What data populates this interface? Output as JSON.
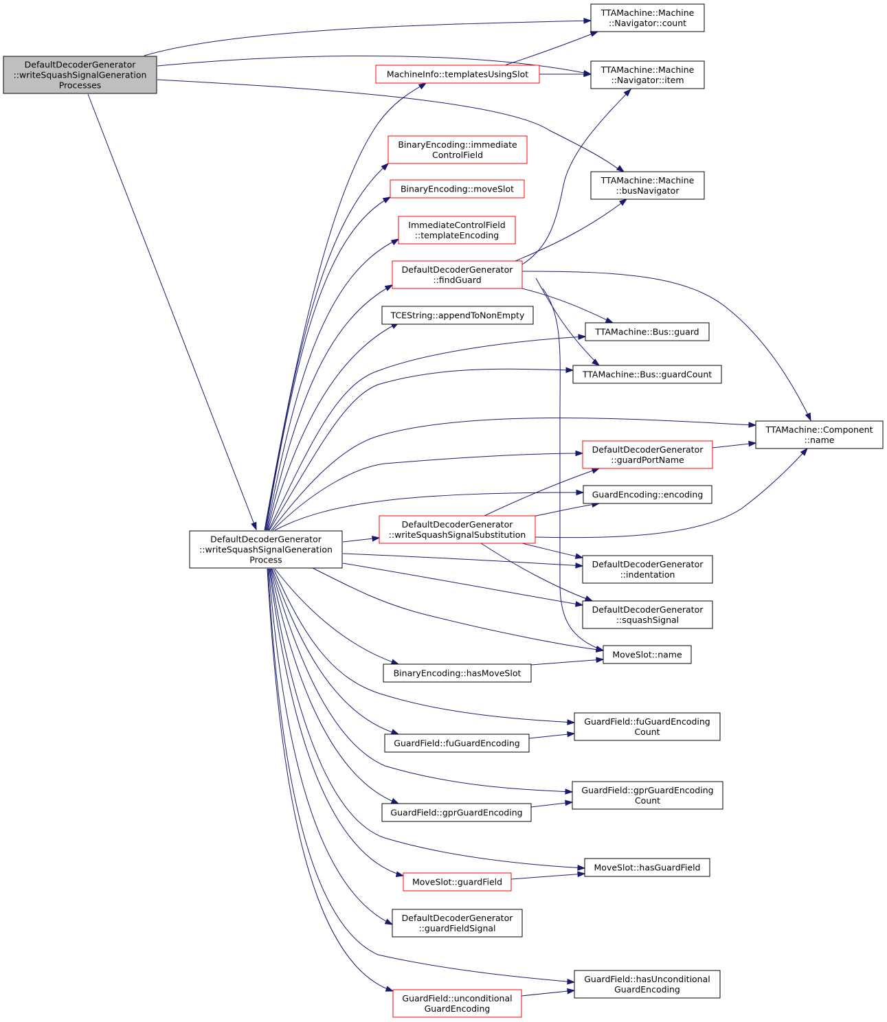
{
  "graph": {
    "colors": {
      "edge": "#191970",
      "focus_fill": "#bfbfbf",
      "focus_stroke": "#000000",
      "node_fill": "#ffffff",
      "plain_stroke": "#000000",
      "truncated_stroke": "#ff0000"
    },
    "nodes": [
      {
        "id": "root",
        "lines": [
          "DefaultDecoderGenerator",
          "::writeSquashSignalGeneration",
          "Processes"
        ],
        "style": "focus"
      },
      {
        "id": "proc",
        "lines": [
          "DefaultDecoderGenerator",
          "::writeSquashSignalGeneration",
          "Process"
        ],
        "style": "plain"
      },
      {
        "id": "nav_count",
        "lines": [
          "TTAMachine::Machine",
          "::Navigator::count"
        ],
        "style": "plain"
      },
      {
        "id": "nav_item",
        "lines": [
          "TTAMachine::Machine",
          "::Navigator::item"
        ],
        "style": "plain"
      },
      {
        "id": "templates",
        "lines": [
          "MachineInfo::templatesUsingSlot"
        ],
        "style": "truncated"
      },
      {
        "id": "immctl",
        "lines": [
          "BinaryEncoding::immediate",
          "ControlField"
        ],
        "style": "truncated"
      },
      {
        "id": "moveslot_be",
        "lines": [
          "BinaryEncoding::moveSlot"
        ],
        "style": "truncated"
      },
      {
        "id": "bus_nav",
        "lines": [
          "TTAMachine::Machine",
          "::busNavigator"
        ],
        "style": "plain"
      },
      {
        "id": "tmpl_enc",
        "lines": [
          "ImmediateControlField",
          "::templateEncoding"
        ],
        "style": "truncated"
      },
      {
        "id": "find_guard",
        "lines": [
          "DefaultDecoderGenerator",
          "::findGuard"
        ],
        "style": "truncated"
      },
      {
        "id": "append",
        "lines": [
          "TCEString::appendToNonEmpty"
        ],
        "style": "plain"
      },
      {
        "id": "bus_guard",
        "lines": [
          "TTAMachine::Bus::guard"
        ],
        "style": "plain"
      },
      {
        "id": "bus_gcount",
        "lines": [
          "TTAMachine::Bus::guardCount"
        ],
        "style": "plain"
      },
      {
        "id": "comp_name",
        "lines": [
          "TTAMachine::Component",
          "::name"
        ],
        "style": "plain"
      },
      {
        "id": "guard_port",
        "lines": [
          "DefaultDecoderGenerator",
          "::guardPortName"
        ],
        "style": "truncated"
      },
      {
        "id": "ge_enc",
        "lines": [
          "GuardEncoding::encoding"
        ],
        "style": "plain"
      },
      {
        "id": "substitution",
        "lines": [
          "DefaultDecoderGenerator",
          "::writeSquashSignalSubstitution"
        ],
        "style": "truncated"
      },
      {
        "id": "indent",
        "lines": [
          "DefaultDecoderGenerator",
          "::indentation"
        ],
        "style": "plain"
      },
      {
        "id": "squash",
        "lines": [
          "DefaultDecoderGenerator",
          "::squashSignal"
        ],
        "style": "plain"
      },
      {
        "id": "ms_name",
        "lines": [
          "MoveSlot::name"
        ],
        "style": "plain"
      },
      {
        "id": "has_ms",
        "lines": [
          "BinaryEncoding::hasMoveSlot"
        ],
        "style": "plain"
      },
      {
        "id": "fu_count",
        "lines": [
          "GuardField::fuGuardEncoding",
          "Count"
        ],
        "style": "plain"
      },
      {
        "id": "fu_enc",
        "lines": [
          "GuardField::fuGuardEncoding"
        ],
        "style": "plain"
      },
      {
        "id": "gpr_count",
        "lines": [
          "GuardField::gprGuardEncoding",
          "Count"
        ],
        "style": "plain"
      },
      {
        "id": "gpr_enc",
        "lines": [
          "GuardField::gprGuardEncoding"
        ],
        "style": "plain"
      },
      {
        "id": "has_gf",
        "lines": [
          "MoveSlot::hasGuardField"
        ],
        "style": "plain"
      },
      {
        "id": "ms_gf",
        "lines": [
          "MoveSlot::guardField"
        ],
        "style": "truncated"
      },
      {
        "id": "gf_signal",
        "lines": [
          "DefaultDecoderGenerator",
          "::guardFieldSignal"
        ],
        "style": "plain"
      },
      {
        "id": "has_uncond",
        "lines": [
          "GuardField::hasUnconditional",
          "GuardEncoding"
        ],
        "style": "plain"
      },
      {
        "id": "uncond",
        "lines": [
          "GuardField::unconditional",
          "GuardEncoding"
        ],
        "style": "truncated"
      }
    ],
    "edges": [
      {
        "from": "root",
        "to": "nav_count"
      },
      {
        "from": "root",
        "to": "nav_item"
      },
      {
        "from": "root",
        "to": "bus_nav"
      },
      {
        "from": "root",
        "to": "proc"
      },
      {
        "from": "proc",
        "to": "templates"
      },
      {
        "from": "proc",
        "to": "immctl"
      },
      {
        "from": "proc",
        "to": "moveslot_be"
      },
      {
        "from": "proc",
        "to": "tmpl_enc"
      },
      {
        "from": "proc",
        "to": "find_guard"
      },
      {
        "from": "proc",
        "to": "append"
      },
      {
        "from": "proc",
        "to": "bus_guard"
      },
      {
        "from": "proc",
        "to": "bus_gcount"
      },
      {
        "from": "proc",
        "to": "comp_name"
      },
      {
        "from": "proc",
        "to": "guard_port"
      },
      {
        "from": "proc",
        "to": "ge_enc"
      },
      {
        "from": "proc",
        "to": "substitution"
      },
      {
        "from": "proc",
        "to": "indent"
      },
      {
        "from": "proc",
        "to": "squash"
      },
      {
        "from": "proc",
        "to": "ms_name"
      },
      {
        "from": "proc",
        "to": "has_ms"
      },
      {
        "from": "proc",
        "to": "fu_count"
      },
      {
        "from": "proc",
        "to": "fu_enc"
      },
      {
        "from": "proc",
        "to": "gpr_count"
      },
      {
        "from": "proc",
        "to": "gpr_enc"
      },
      {
        "from": "proc",
        "to": "has_gf"
      },
      {
        "from": "proc",
        "to": "ms_gf"
      },
      {
        "from": "proc",
        "to": "gf_signal"
      },
      {
        "from": "proc",
        "to": "has_uncond"
      },
      {
        "from": "proc",
        "to": "uncond"
      },
      {
        "from": "templates",
        "to": "nav_count"
      },
      {
        "from": "templates",
        "to": "nav_item"
      },
      {
        "from": "find_guard",
        "to": "nav_item"
      },
      {
        "from": "find_guard",
        "to": "bus_nav"
      },
      {
        "from": "find_guard",
        "to": "comp_name"
      },
      {
        "from": "find_guard",
        "to": "bus_guard"
      },
      {
        "from": "find_guard",
        "to": "bus_gcount"
      },
      {
        "from": "find_guard",
        "to": "ms_name"
      },
      {
        "from": "guard_port",
        "to": "comp_name"
      },
      {
        "from": "substitution",
        "to": "guard_port"
      },
      {
        "from": "substitution",
        "to": "ge_enc"
      },
      {
        "from": "substitution",
        "to": "comp_name"
      },
      {
        "from": "substitution",
        "to": "indent"
      },
      {
        "from": "substitution",
        "to": "squash"
      },
      {
        "from": "has_ms",
        "to": "ms_name"
      },
      {
        "from": "fu_enc",
        "to": "fu_count"
      },
      {
        "from": "gpr_enc",
        "to": "gpr_count"
      },
      {
        "from": "ms_gf",
        "to": "has_gf"
      },
      {
        "from": "uncond",
        "to": "has_uncond"
      }
    ]
  }
}
